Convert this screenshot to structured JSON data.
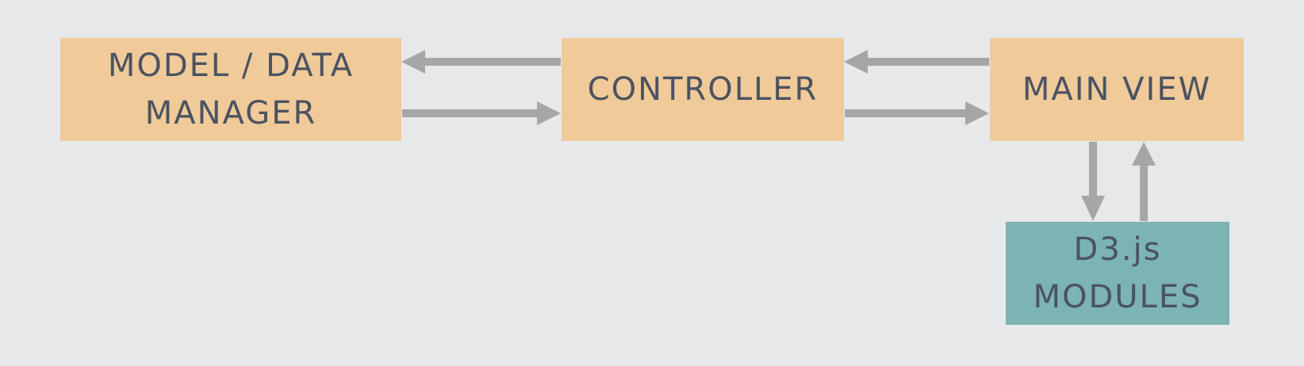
{
  "colors": {
    "background": "#e7e8ea",
    "component_box": "#f0ca99",
    "module_box": "#7cb3b3",
    "arrow": "#a5a6a8",
    "text": "#4a5361"
  },
  "boxes": {
    "model": {
      "line1": "MODEL / DATA",
      "line2": "MANAGER"
    },
    "controller": {
      "line1": "CONTROLLER"
    },
    "main_view": {
      "line1": "MAIN VIEW"
    },
    "d3_modules": {
      "line1": "D3.js",
      "line2": "MODULES"
    }
  }
}
